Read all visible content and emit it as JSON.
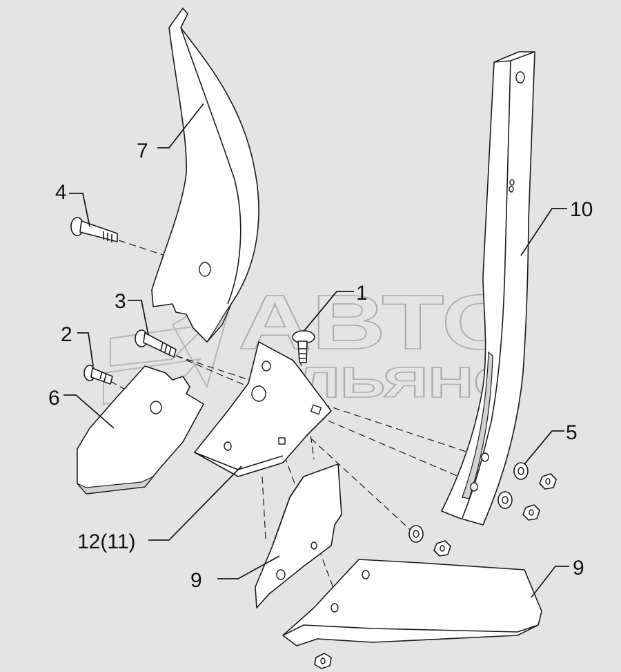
{
  "diagram": {
    "watermark": {
      "line1": "АВТО",
      "line2": "АЛЬЯНС"
    },
    "callouts": [
      {
        "id": "c1",
        "text": "1"
      },
      {
        "id": "c2",
        "text": "2"
      },
      {
        "id": "c3",
        "text": "3"
      },
      {
        "id": "c4",
        "text": "4"
      },
      {
        "id": "c5",
        "text": "5"
      },
      {
        "id": "c6",
        "text": "6"
      },
      {
        "id": "c7",
        "text": "7"
      },
      {
        "id": "c9a",
        "text": "9"
      },
      {
        "id": "c9b",
        "text": "9"
      },
      {
        "id": "c10",
        "text": "10"
      },
      {
        "id": "c12",
        "text": "12(11)"
      }
    ]
  }
}
